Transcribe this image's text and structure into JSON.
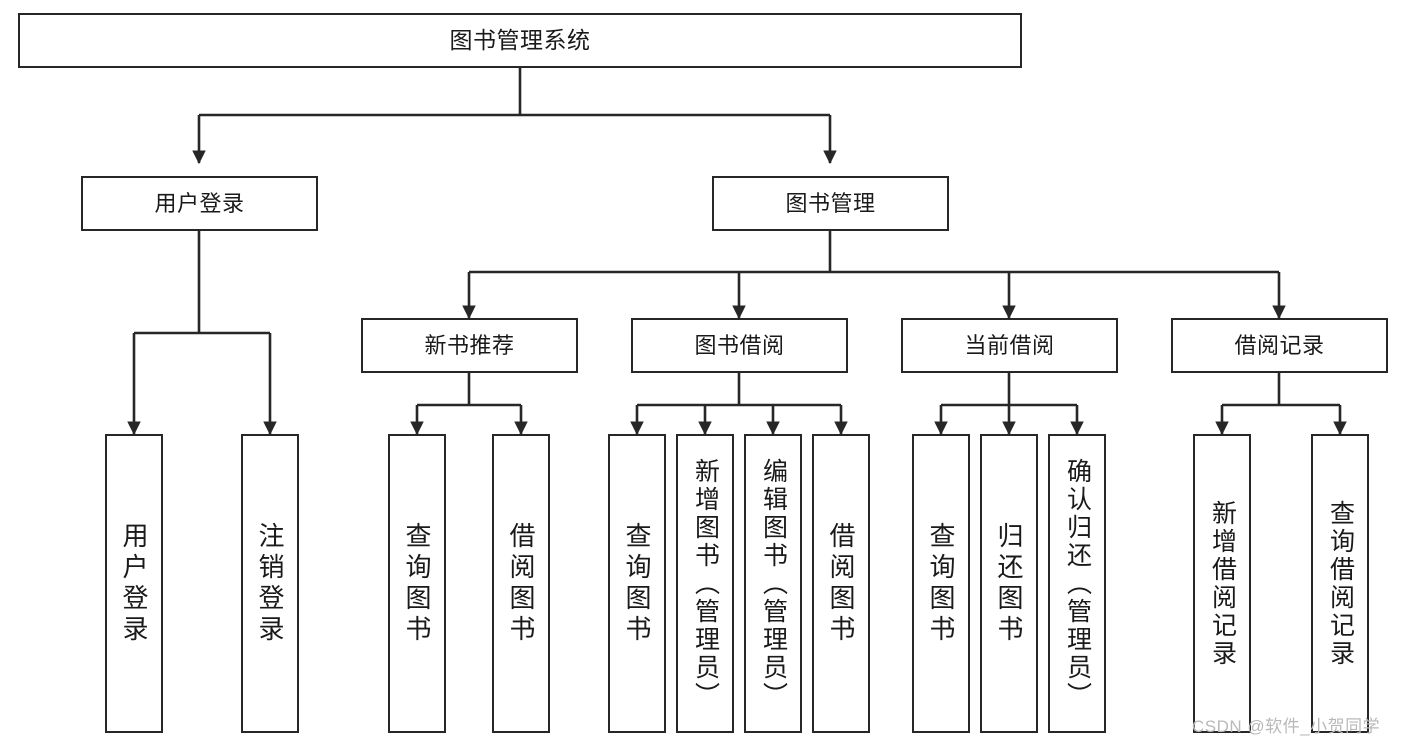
{
  "diagram": {
    "type": "tree",
    "title": "图书管理系统",
    "background_color": "#ffffff",
    "stroke_color": "#272727",
    "text_color": "#1a1a1a",
    "nodes": {
      "root": {
        "label": "图书管理系统"
      },
      "level2": [
        {
          "id": "user-login",
          "label": "用户登录"
        },
        {
          "id": "book-manage",
          "label": "图书管理"
        }
      ],
      "level3": [
        {
          "id": "new-book-recommend",
          "label": "新书推荐"
        },
        {
          "id": "book-borrow",
          "label": "图书借阅"
        },
        {
          "id": "current-borrow",
          "label": "当前借阅"
        },
        {
          "id": "borrow-record",
          "label": "借阅记录"
        }
      ],
      "leaves": [
        {
          "id": "leaf-user-login",
          "label": "用户登录",
          "parent": "user-login"
        },
        {
          "id": "leaf-logout",
          "label": "注销登录",
          "parent": "user-login"
        },
        {
          "id": "leaf-query-book-1",
          "label": "查询图书",
          "parent": "new-book-recommend"
        },
        {
          "id": "leaf-borrow-book-1",
          "label": "借阅图书",
          "parent": "new-book-recommend"
        },
        {
          "id": "leaf-query-book-2",
          "label": "查询图书",
          "parent": "book-borrow"
        },
        {
          "id": "leaf-add-book",
          "label": "新增图书（管理员）",
          "parent": "book-borrow"
        },
        {
          "id": "leaf-edit-book",
          "label": "编辑图书（管理员）",
          "parent": "book-borrow"
        },
        {
          "id": "leaf-borrow-book-2",
          "label": "借阅图书",
          "parent": "book-borrow"
        },
        {
          "id": "leaf-query-book-3",
          "label": "查询图书",
          "parent": "current-borrow"
        },
        {
          "id": "leaf-return-book",
          "label": "归还图书",
          "parent": "current-borrow"
        },
        {
          "id": "leaf-confirm-return",
          "label": "确认归还（管理员）",
          "parent": "current-borrow"
        },
        {
          "id": "leaf-add-record",
          "label": "新增借阅记录",
          "parent": "borrow-record"
        },
        {
          "id": "leaf-query-record",
          "label": "查询借阅记录",
          "parent": "borrow-record"
        }
      ]
    }
  },
  "watermark": {
    "text": "CSDN @软件_小贺同学"
  }
}
